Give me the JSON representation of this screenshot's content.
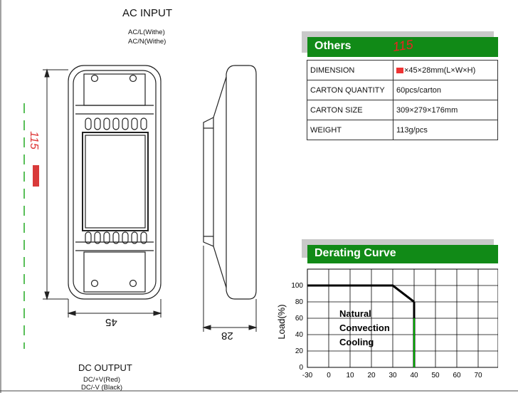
{
  "drawing": {
    "ac_input_title": "AC INPUT",
    "ac_l": "AC/L(Withe)",
    "ac_n": "AC/N(Withe)",
    "dc_output_title": "DC OUTPUT",
    "dc_plus": "DC/+V(Red)",
    "dc_minus": "DC/-V (Black)",
    "width_dim": "45",
    "height_dim": "28",
    "handwritten_length": "115"
  },
  "others": {
    "title": "Others",
    "handwritten_note": "115",
    "rows": [
      {
        "label": "DIMENSION",
        "value": "×45×28mm(L×W×H)"
      },
      {
        "label": "CARTON QUANTITY",
        "value": "60pcs/carton"
      },
      {
        "label": "CARTON SIZE",
        "value": "309×279×176mm"
      },
      {
        "label": "WEIGHT",
        "value": "113g/pcs"
      }
    ]
  },
  "derating": {
    "title": "Derating Curve",
    "ylabel": "Load(%)",
    "note_lines": [
      "Natural",
      "Convection",
      "Cooling"
    ]
  },
  "chart_data": {
    "type": "line",
    "title": "Derating Curve",
    "xlabel": "",
    "ylabel": "Load(%)",
    "x_ticks": [
      -30,
      0,
      10,
      20,
      30,
      40,
      50,
      60,
      70
    ],
    "y_ticks": [
      0,
      20,
      40,
      60,
      80,
      100
    ],
    "xlim": [
      -30,
      80
    ],
    "ylim": [
      0,
      120
    ],
    "grid": true,
    "series": [
      {
        "x": [
          -30,
          30,
          40
        ],
        "y": [
          100,
          100,
          80
        ],
        "style": "solid"
      },
      {
        "x": [
          30,
          40
        ],
        "y": [
          100,
          80
        ],
        "style": "dashed"
      }
    ],
    "colors": {
      "curve": "#000000",
      "marker": "#00aa00"
    }
  }
}
